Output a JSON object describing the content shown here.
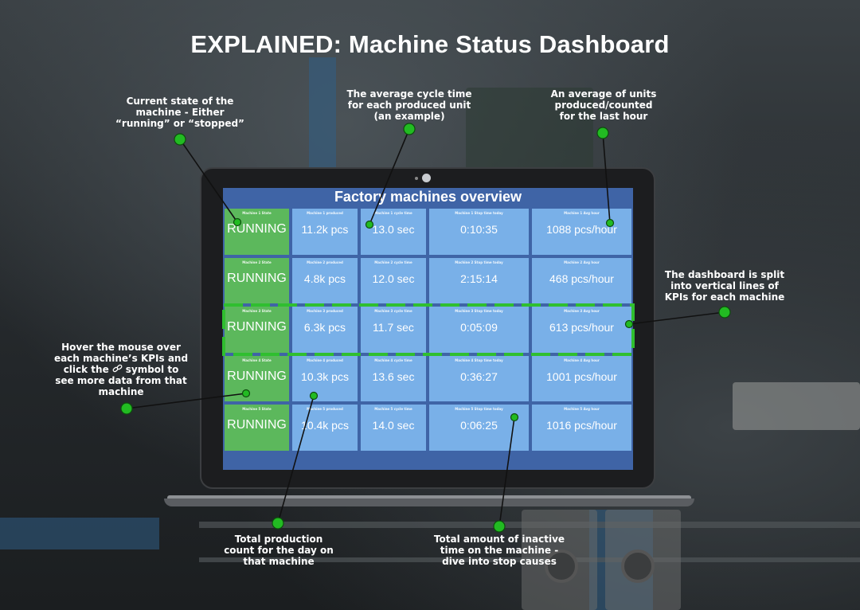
{
  "page_title": "EXPLAINED: Machine Status Dashboard",
  "dashboard": {
    "title": "Factory machines overview",
    "rows": [
      {
        "labels": [
          "Machine 1 State",
          "Machine 1 produced",
          "Machine 1 cycle time",
          "Machine 1 Stop time today",
          "Machine 1 Avg hour"
        ],
        "values": [
          "RUNNING",
          "11.2k pcs",
          "13.0 sec",
          "0:10:35",
          "1088 pcs/hour"
        ]
      },
      {
        "labels": [
          "Machine 2 State",
          "Machine 2 produced",
          "Machine 2 cycle time",
          "Machine 2 Stop time today",
          "Machine 2 Avg hour"
        ],
        "values": [
          "RUNNING",
          "4.8k pcs",
          "12.0 sec",
          "2:15:14",
          "468 pcs/hour"
        ]
      },
      {
        "labels": [
          "Machine 3 State",
          "Machine 3 produced",
          "Machine 3 cycle time",
          "Machine 3 Stop time today",
          "Machine 3 Avg hour"
        ],
        "values": [
          "RUNNING",
          "6.3k pcs",
          "11.7 sec",
          "0:05:09",
          "613 pcs/hour"
        ]
      },
      {
        "labels": [
          "Machine 4 State",
          "Machine 4 produced",
          "Machine 4 cycle time",
          "Machine 4 Stop time today",
          "Machine 4 Avg hour"
        ],
        "values": [
          "RUNNING",
          "10.3k pcs",
          "13.6 sec",
          "0:36:27",
          "1001 pcs/hour"
        ]
      },
      {
        "labels": [
          "Machine 5 State",
          "Machine 5 produced",
          "Machine 5 cycle time",
          "Machine 5 Stop time today",
          "Machine 5 Avg hour"
        ],
        "values": [
          "RUNNING",
          "10.4k pcs",
          "14.0 sec",
          "0:06:25",
          "1016 pcs/hour"
        ]
      }
    ]
  },
  "callouts": {
    "state": [
      "Current state of the",
      "machine - Either",
      "“running” or “stopped”"
    ],
    "cycle": [
      "The average cycle time",
      "for each produced unit",
      "(an example)"
    ],
    "average": [
      "An average of units",
      "produced/counted",
      "for the last hour"
    ],
    "split": [
      "The dashboard is split",
      "into vertical lines of",
      "KPIs for each machine"
    ],
    "hover": {
      "line1": "Hover the mouse over",
      "line2": "each machine’s KPIs and",
      "line3_pre": "click the",
      "link_icon": "link-icon",
      "line3_post": "symbol to",
      "line4": "see more data from that",
      "line5": "machine"
    },
    "production": [
      "Total production",
      "count for the day on",
      "that machine"
    ],
    "inactive": [
      "Total amount of inactive",
      "time on the machine -",
      "dive into stop causes"
    ]
  },
  "colors": {
    "callout_dot": "#22bb22",
    "highlight_dash": "#2fbf2f",
    "running_cell": "#5cb85c",
    "kpi_cell": "#79b0e8",
    "screen_bg": "#3f64a6"
  }
}
